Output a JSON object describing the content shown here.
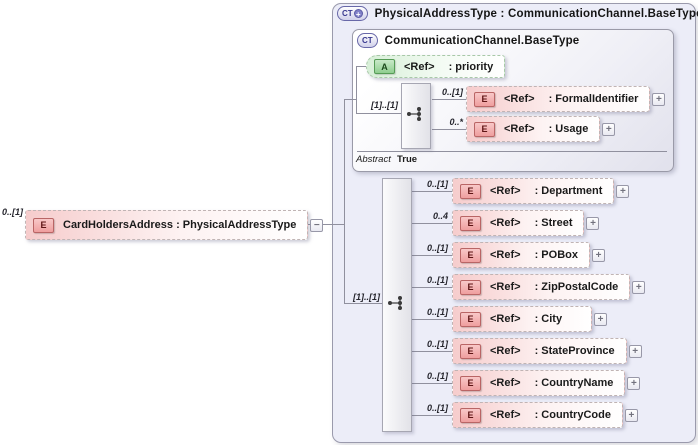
{
  "colors": {
    "element_pink": "#f6cccc",
    "attribute_green": "#d7efd7",
    "container_bg": "#ecedf8",
    "connector_gray": "#90909e",
    "badge_red_border": "#b96565",
    "badge_green_border": "#569c56"
  },
  "icons": {
    "expand_glyph": "+",
    "collapse_glyph": "−",
    "sequence_icon": "sequence-compositor"
  },
  "element": {
    "cardinality": "0..[1]",
    "badge": "E",
    "label": "CardHoldersAddress : PhysicalAddressType"
  },
  "container": {
    "badge": "CT",
    "badge_plus": "+",
    "title": "PhysicalAddressType : CommunicationChannel.BaseType",
    "base_type": {
      "badge": "CT",
      "title": "CommunicationChannel.BaseType",
      "attribute": {
        "badge": "A",
        "ref": "<Ref>",
        "name": ": priority"
      },
      "sequence": {
        "cardinality": "[1]..[1]"
      },
      "children": [
        {
          "cardinality": "0..[1]",
          "badge": "E",
          "ref": "<Ref>",
          "name": ": FormalIdentifier"
        },
        {
          "cardinality": "0..*",
          "badge": "E",
          "ref": "<Ref>",
          "name": ": Usage"
        }
      ],
      "footer": {
        "label": "Abstract",
        "value": "True"
      }
    },
    "extension": {
      "sequence": {
        "cardinality": "[1]..[1]"
      },
      "children": [
        {
          "cardinality": "0..[1]",
          "badge": "E",
          "ref": "<Ref>",
          "name": ": Department"
        },
        {
          "cardinality": "0..4",
          "badge": "E",
          "ref": "<Ref>",
          "name": ": Street"
        },
        {
          "cardinality": "0..[1]",
          "badge": "E",
          "ref": "<Ref>",
          "name": ": POBox"
        },
        {
          "cardinality": "0..[1]",
          "badge": "E",
          "ref": "<Ref>",
          "name": ": ZipPostalCode"
        },
        {
          "cardinality": "0..[1]",
          "badge": "E",
          "ref": "<Ref>",
          "name": ": City"
        },
        {
          "cardinality": "0..[1]",
          "badge": "E",
          "ref": "<Ref>",
          "name": ": StateProvince"
        },
        {
          "cardinality": "0..[1]",
          "badge": "E",
          "ref": "<Ref>",
          "name": ": CountryName"
        },
        {
          "cardinality": "0..[1]",
          "badge": "E",
          "ref": "<Ref>",
          "name": ": CountryCode"
        }
      ]
    }
  }
}
